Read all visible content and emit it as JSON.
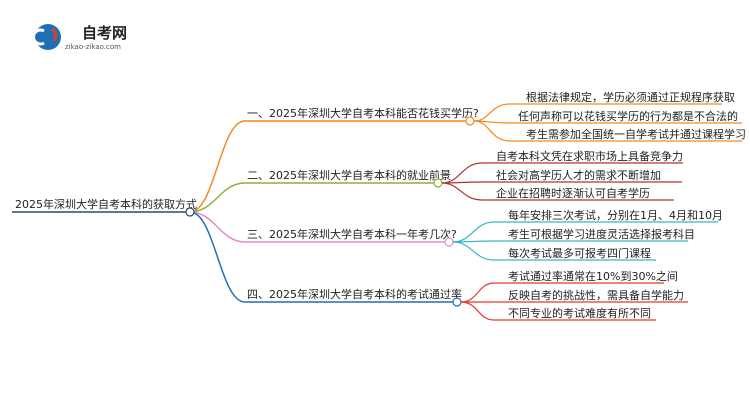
{
  "logo": {
    "name": "自考网",
    "url_text": "zikao-zikao.com"
  },
  "root": {
    "label": "2025年深圳大学自考本科的获取方式"
  },
  "branches": [
    {
      "label": "一、2025年深圳大学自考本科能否花钱买学历?",
      "color": "#f28a1f",
      "leaves": [
        "根据法律规定，学历必须通过正规程序获取",
        "任何声称可以花钱买学历的行为都是不合法的",
        "考生需参加全国统一自学考试并通过课程学习"
      ]
    },
    {
      "label": "二、2025年深圳大学自考本科的就业前景",
      "color": "#8bb23a",
      "leaves": [
        "自考本科文凭在求职市场上具备竞争力",
        "社会对高学历人才的需求不断增加",
        "企业在招聘时逐渐认可自考学历"
      ]
    },
    {
      "label": "三、2025年深圳大学自考本科一年考几次?",
      "color": "#e88cc8",
      "leaves": [
        "每年安排三次考试，分别在1月、4月和10月",
        "考生可根据学习进度灵活选择报考科目",
        "每次考试最多可报考四门课程"
      ]
    },
    {
      "label": "四、2025年深圳大学自考本科的考试通过率",
      "color": "#1f6fb7",
      "leaves_color": "#e23b2b",
      "leaves": [
        "考试通过率通常在10%到30%之间",
        "反映自考的挑战性，需具备自学能力",
        "不同专业的考试难度有所不同"
      ]
    }
  ],
  "colors": {
    "root_line": "#2b4a78",
    "leaf_branch1": "#f28a1f",
    "leaf_branch2": "#b0342c",
    "leaf_branch3": "#38b8c8",
    "leaf_branch4": "#e23b2b",
    "logo_blue": "#1f6fb7",
    "logo_red": "#e23b2b"
  }
}
